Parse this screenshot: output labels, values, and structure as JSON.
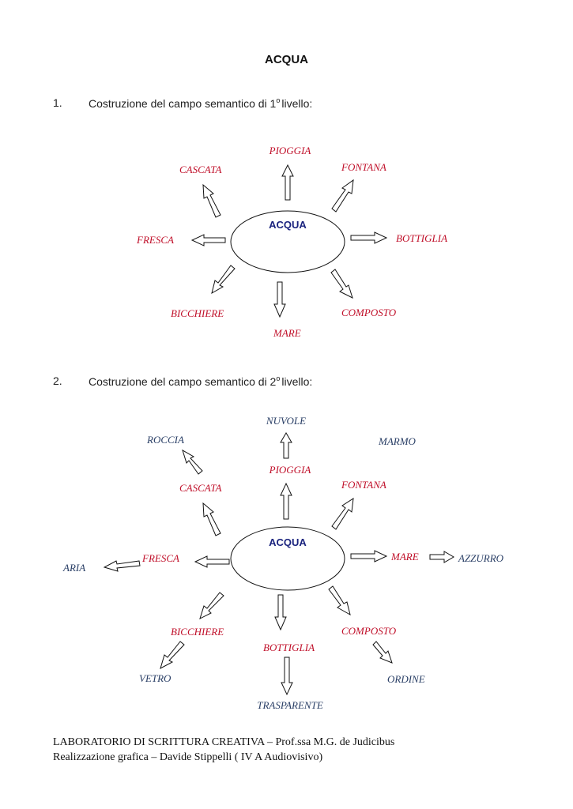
{
  "title": "ACQUA",
  "sections": [
    {
      "number": "1.",
      "text_before": "Costruzione del campo semantico di 1",
      "sup": "o",
      "text_after": "livello:"
    },
    {
      "number": "2.",
      "text_before": "Costruzione del campo semantico di 2",
      "sup": "o",
      "text_after": "livello:"
    }
  ],
  "diagram1": {
    "center": "ACQUA",
    "words": [
      "PIOGGIA",
      "FONTANA",
      "CASCATA",
      "FRESCA",
      "BOTTIGLIA",
      "BICCHIERE",
      "COMPOSTO",
      "MARE"
    ]
  },
  "diagram2": {
    "center": "ACQUA",
    "level1": [
      "PIOGGIA",
      "FONTANA",
      "CASCATA",
      "FRESCA",
      "MARE",
      "BICCHIERE",
      "COMPOSTO",
      "BOTTIGLIA"
    ],
    "level2": [
      "NUVOLE",
      "MARMO",
      "ROCCIA",
      "ARIA",
      "AZZURRO",
      "VETRO",
      "ORDINE",
      "TRASPARENTE"
    ]
  },
  "footer": {
    "line1": "LABORATORIO DI SCRITTURA CREATIVA – Prof.ssa M.G. de Judicibus",
    "line2": "Realizzazione grafica – Davide Stippelli ( IV A Audiovisivo)"
  },
  "colors": {
    "level1": "#c0102a",
    "level2": "#2a3f66",
    "center": "#1a237e"
  }
}
